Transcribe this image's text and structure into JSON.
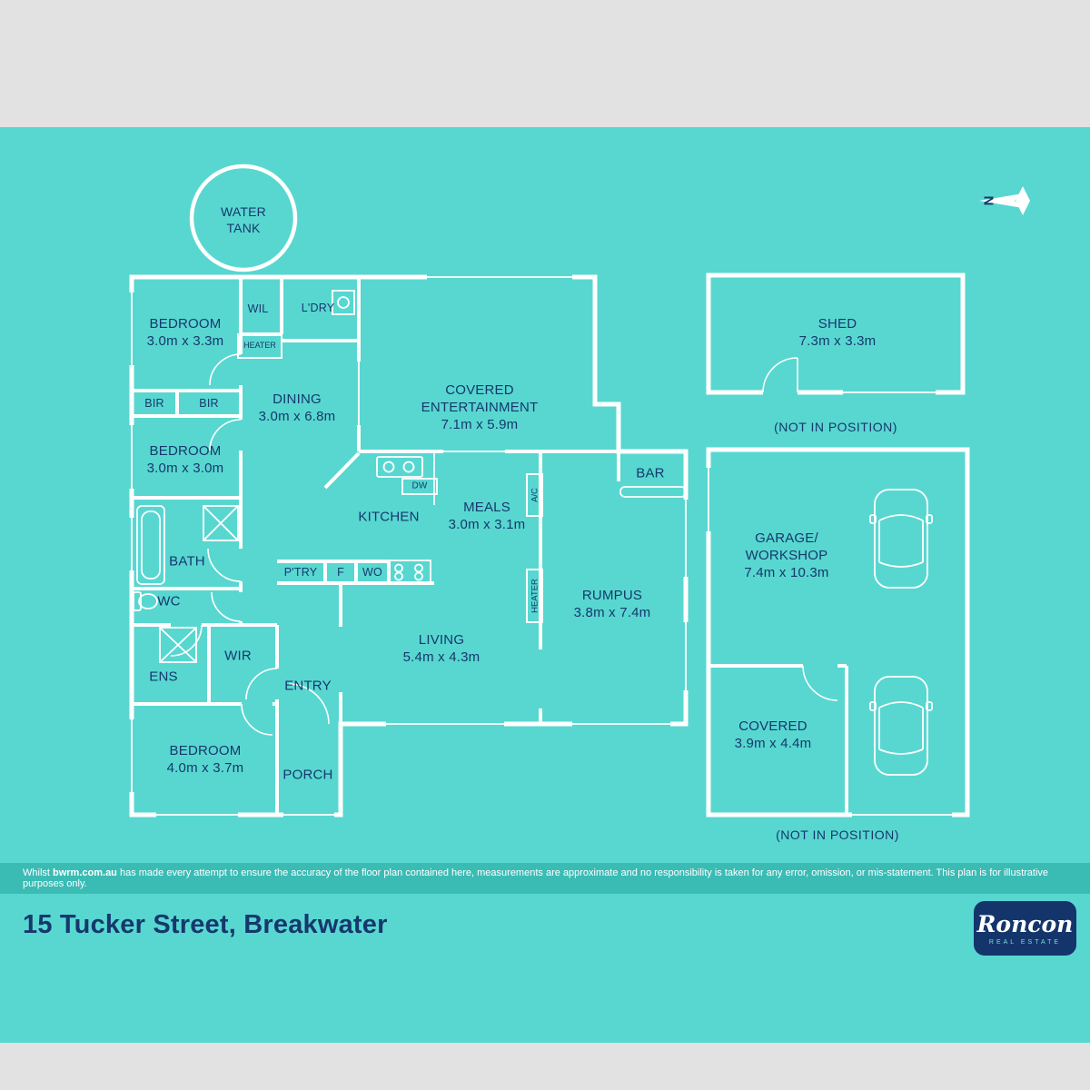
{
  "colors": {
    "background_teal": "#58d7d0",
    "disclaimer_bar_teal": "#3abcb5",
    "wall_white": "#ffffff",
    "text_navy": "#16386d",
    "band_gray": "#e2e2e2",
    "logo_navy": "#14356b"
  },
  "compass": {
    "north": "N"
  },
  "water_tank": {
    "line1": "WATER",
    "line2": "TANK"
  },
  "rooms": [
    {
      "name": "BEDROOM",
      "dims": "3.0m x 3.3m"
    },
    {
      "name": "BEDROOM",
      "dims": "3.0m x 3.0m"
    },
    {
      "name": "BEDROOM",
      "dims": "4.0m x 3.7m"
    },
    {
      "name": "DINING",
      "dims": "3.0m x 6.8m"
    },
    {
      "name": "COVERED ENTERTAINMENT",
      "dims": "7.1m x 5.9m"
    },
    {
      "name": "SHED",
      "dims": "7.3m x 3.3m"
    },
    {
      "name": "MEALS",
      "dims": "3.0m x 3.1m"
    },
    {
      "name": "GARAGE/ WORKSHOP",
      "dims": "7.4m x 10.3m"
    },
    {
      "name": "RUMPUS",
      "dims": "3.8m x 7.4m"
    },
    {
      "name": "LIVING",
      "dims": "5.4m x 4.3m"
    },
    {
      "name": "COVERED",
      "dims": "3.9m x 4.4m"
    }
  ],
  "labels": {
    "kitchen": "KITCHEN",
    "bath": "BATH",
    "wc": "WC",
    "ens": "ENS",
    "wir": "WIR",
    "entry": "ENTRY",
    "porch": "PORCH",
    "bar": "BAR",
    "wil": "WIL",
    "ldry": "L'DRY",
    "heater": "HEATER",
    "bir": "BIR",
    "ptry": "P'TRY",
    "fridge": "F",
    "wall_oven": "WO",
    "dw": "DW",
    "ac": "A/C",
    "not_in_position": "(NOT IN POSITION)"
  },
  "footer": {
    "disclaimer_prefix": "Whilst ",
    "disclaimer_brand": "bwrm.com.au",
    "disclaimer_rest": " has made every attempt to ensure the accuracy of the floor plan contained here, measurements are approximate and no responsibility is taken for any error, omission, or mis-statement. This plan is for illustrative purposes only.",
    "address": "15 Tucker Street, Breakwater",
    "logo_name": "Roncon",
    "logo_sub": "REAL ESTATE"
  }
}
